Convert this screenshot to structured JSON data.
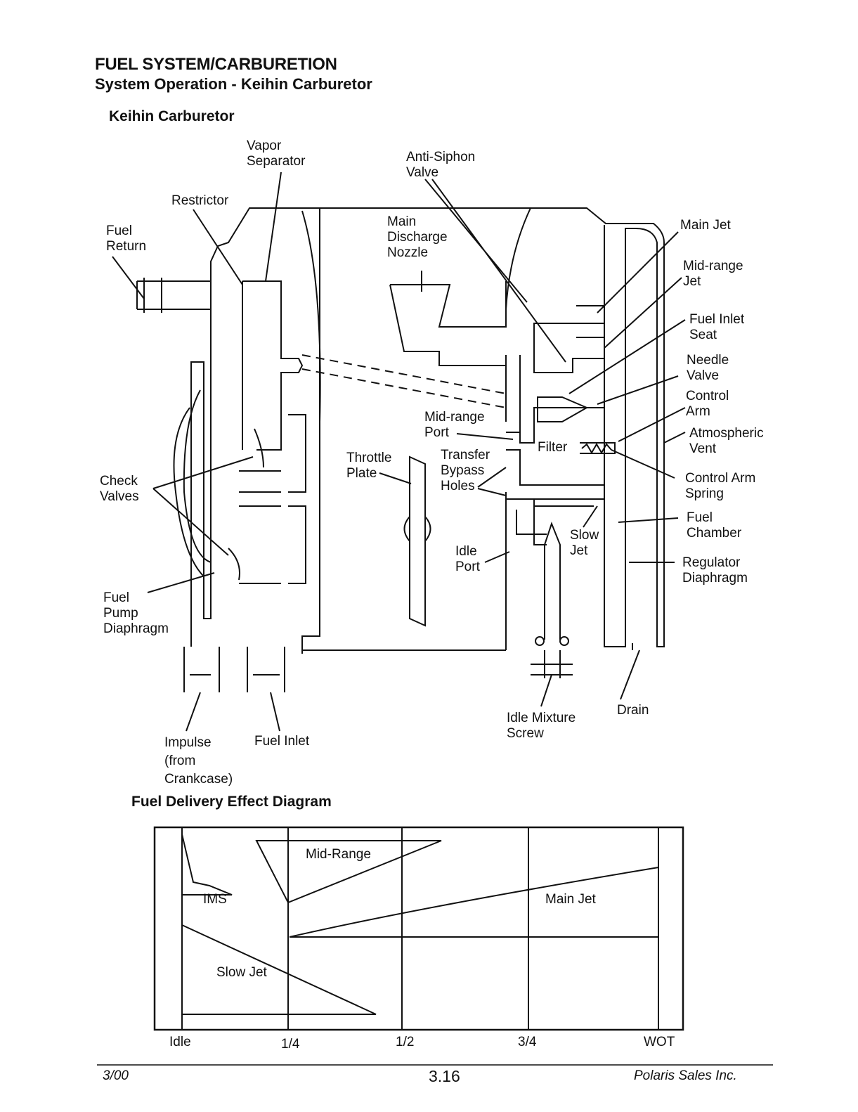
{
  "header": {
    "section": "FUEL SYSTEM/CARBURETION",
    "subtitle": "System Operation - Keihin Carburetor",
    "figure_title": "Keihin Carburetor"
  },
  "carburetor_labels": {
    "vapor_separator": "Vapor\nSeparator",
    "anti_siphon_valve": "Anti-Siphon\nValve",
    "restrictor": "Restrictor",
    "fuel_return": "Fuel\nReturn",
    "main_discharge_nozzle": "Main\nDischarge\nNozzle",
    "main_jet": "Main Jet",
    "mid_range_jet": "Mid-range\nJet",
    "fuel_inlet_seat": "Fuel Inlet\nSeat",
    "needle_valve": "Needle\nValve",
    "control_arm": "Control\nArm",
    "atmospheric_vent": "Atmospheric\nVent",
    "mid_range_port": "Mid-range\nPort",
    "filter": "Filter",
    "throttle_plate": "Throttle\nPlate",
    "transfer_bypass_holes": "Transfer\nBypass\nHoles",
    "control_arm_spring": "Control Arm\nSpring",
    "check_valves": "Check\nValves",
    "fuel_chamber": "Fuel\nChamber",
    "slow_jet": "Slow\nJet",
    "idle_port": "Idle\nPort",
    "regulator_diaphragm": "Regulator\nDiaphragm",
    "fuel_pump_diaphragm": "Fuel\nPump\nDiaphragm",
    "drain": "Drain",
    "idle_mixture_screw": "Idle Mixture\nScrew",
    "impulse": "Impulse\n(from\nCrankcase)",
    "fuel_inlet": "Fuel Inlet"
  },
  "delivery_diagram": {
    "title": "Fuel Delivery Effect Diagram",
    "regions": [
      "Mid-Range",
      "IMS",
      "Main Jet",
      "Slow Jet"
    ],
    "x_ticks": [
      "Idle",
      "1/4",
      "1/2",
      "3/4",
      "WOT"
    ]
  },
  "footer": {
    "date": "3/00",
    "page": "3.16",
    "publisher": "Polaris Sales Inc."
  }
}
